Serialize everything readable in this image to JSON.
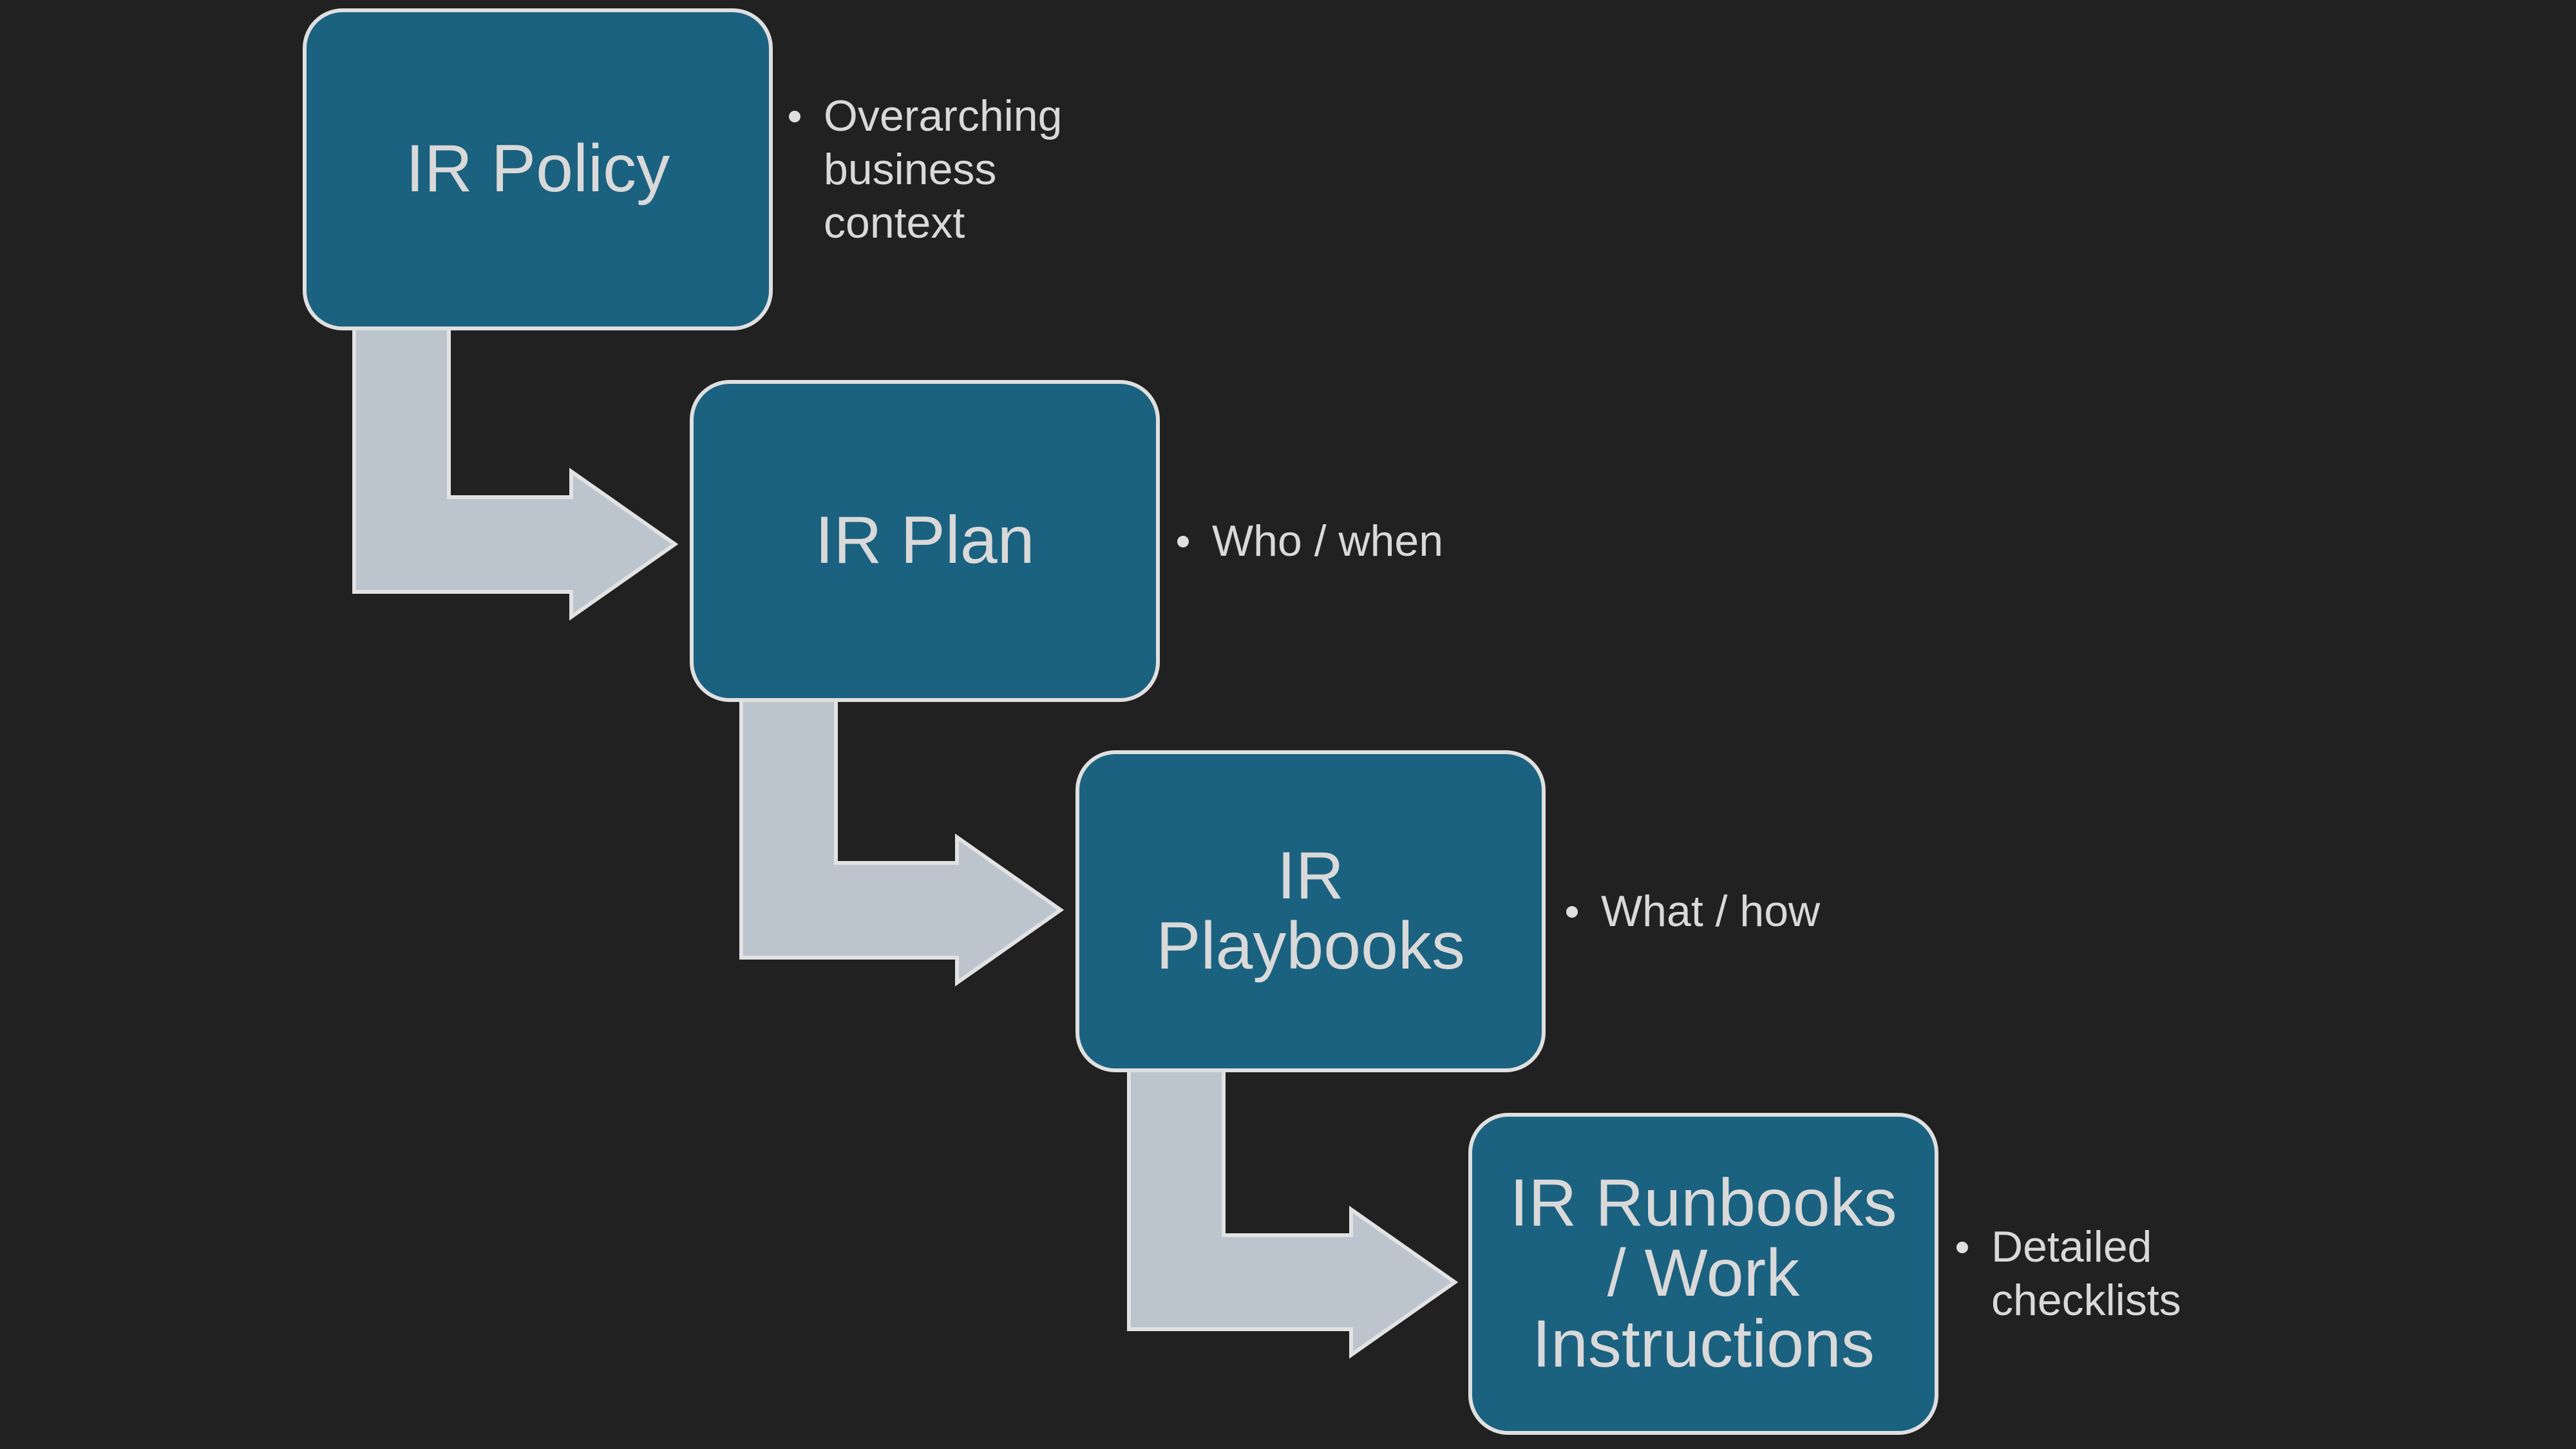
{
  "slide": {
    "background_color": "#212121",
    "node_fill_color": "#1B6180",
    "node_border_color": "#DFDFDF",
    "arrow_fill_color": "#BCC4CD",
    "arrow_border_color": "#E2E2E2",
    "text_color": "#D9D9D9",
    "arrow_icon": "bent-right-arrow",
    "bullet_icon": "bullet-dot",
    "nodes": [
      {
        "label": "IR Policy",
        "note": "Overarching\nbusiness\ncontext"
      },
      {
        "label": "IR Plan",
        "note": "Who / when"
      },
      {
        "label": "IR\nPlaybooks",
        "note": "What / how"
      },
      {
        "label": "IR Runbooks\n/ Work\nInstructions",
        "note": "Detailed\nchecklists"
      }
    ]
  }
}
